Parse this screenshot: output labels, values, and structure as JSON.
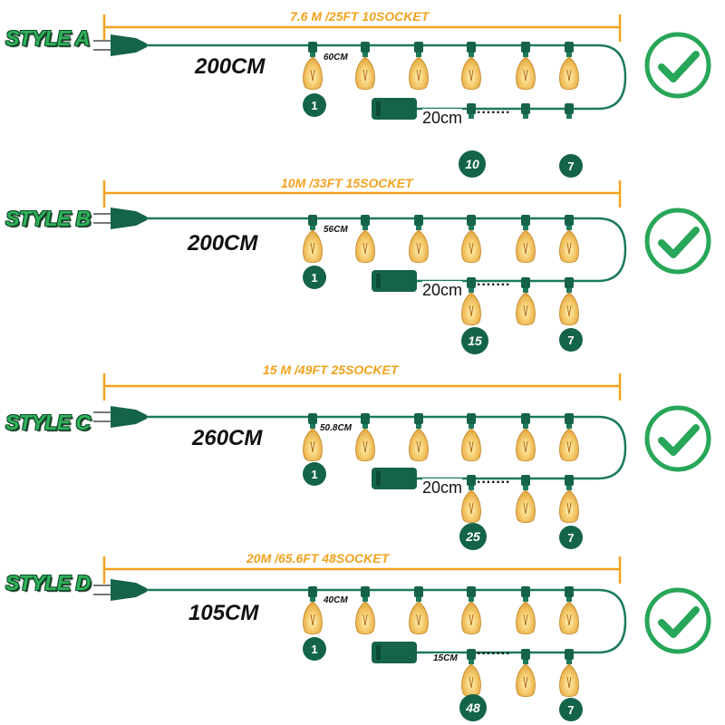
{
  "colors": {
    "cable": "#1c7a5d",
    "dimension": "#f3a21f",
    "label_green": "#2fb15a",
    "badge": "#14634b",
    "check": "#28a659"
  },
  "icons": [
    "plug-icon",
    "bulb-icon",
    "end-socket-icon",
    "check-circle-icon"
  ],
  "styles": [
    {
      "label": "STYLE A",
      "length": "7.6 M /25FT  10SOCKET",
      "lead": "200CM",
      "spacing": "60CM",
      "gap": "20cm",
      "first_num": "1",
      "last_num": "10",
      "mid_num": "7"
    },
    {
      "label": "STYLE B",
      "length": "10M /33FT  15SOCKET",
      "lead": "200CM",
      "spacing": "56CM",
      "gap": "20cm",
      "first_num": "1",
      "last_num": "15",
      "mid_num": "7"
    },
    {
      "label": "STYLE C",
      "length": "15 M /49FT  25SOCKET",
      "lead": "260CM",
      "spacing": "50.8CM",
      "gap": "20cm",
      "first_num": "1",
      "last_num": "25",
      "mid_num": "7"
    },
    {
      "label": "STYLE D",
      "length": "20M /65.6FT  48SOCKET",
      "lead": "105CM",
      "spacing": "40CM",
      "gap": "15CM",
      "first_num": "1",
      "last_num": "48",
      "mid_num": "7"
    }
  ],
  "dots_text": "·······"
}
